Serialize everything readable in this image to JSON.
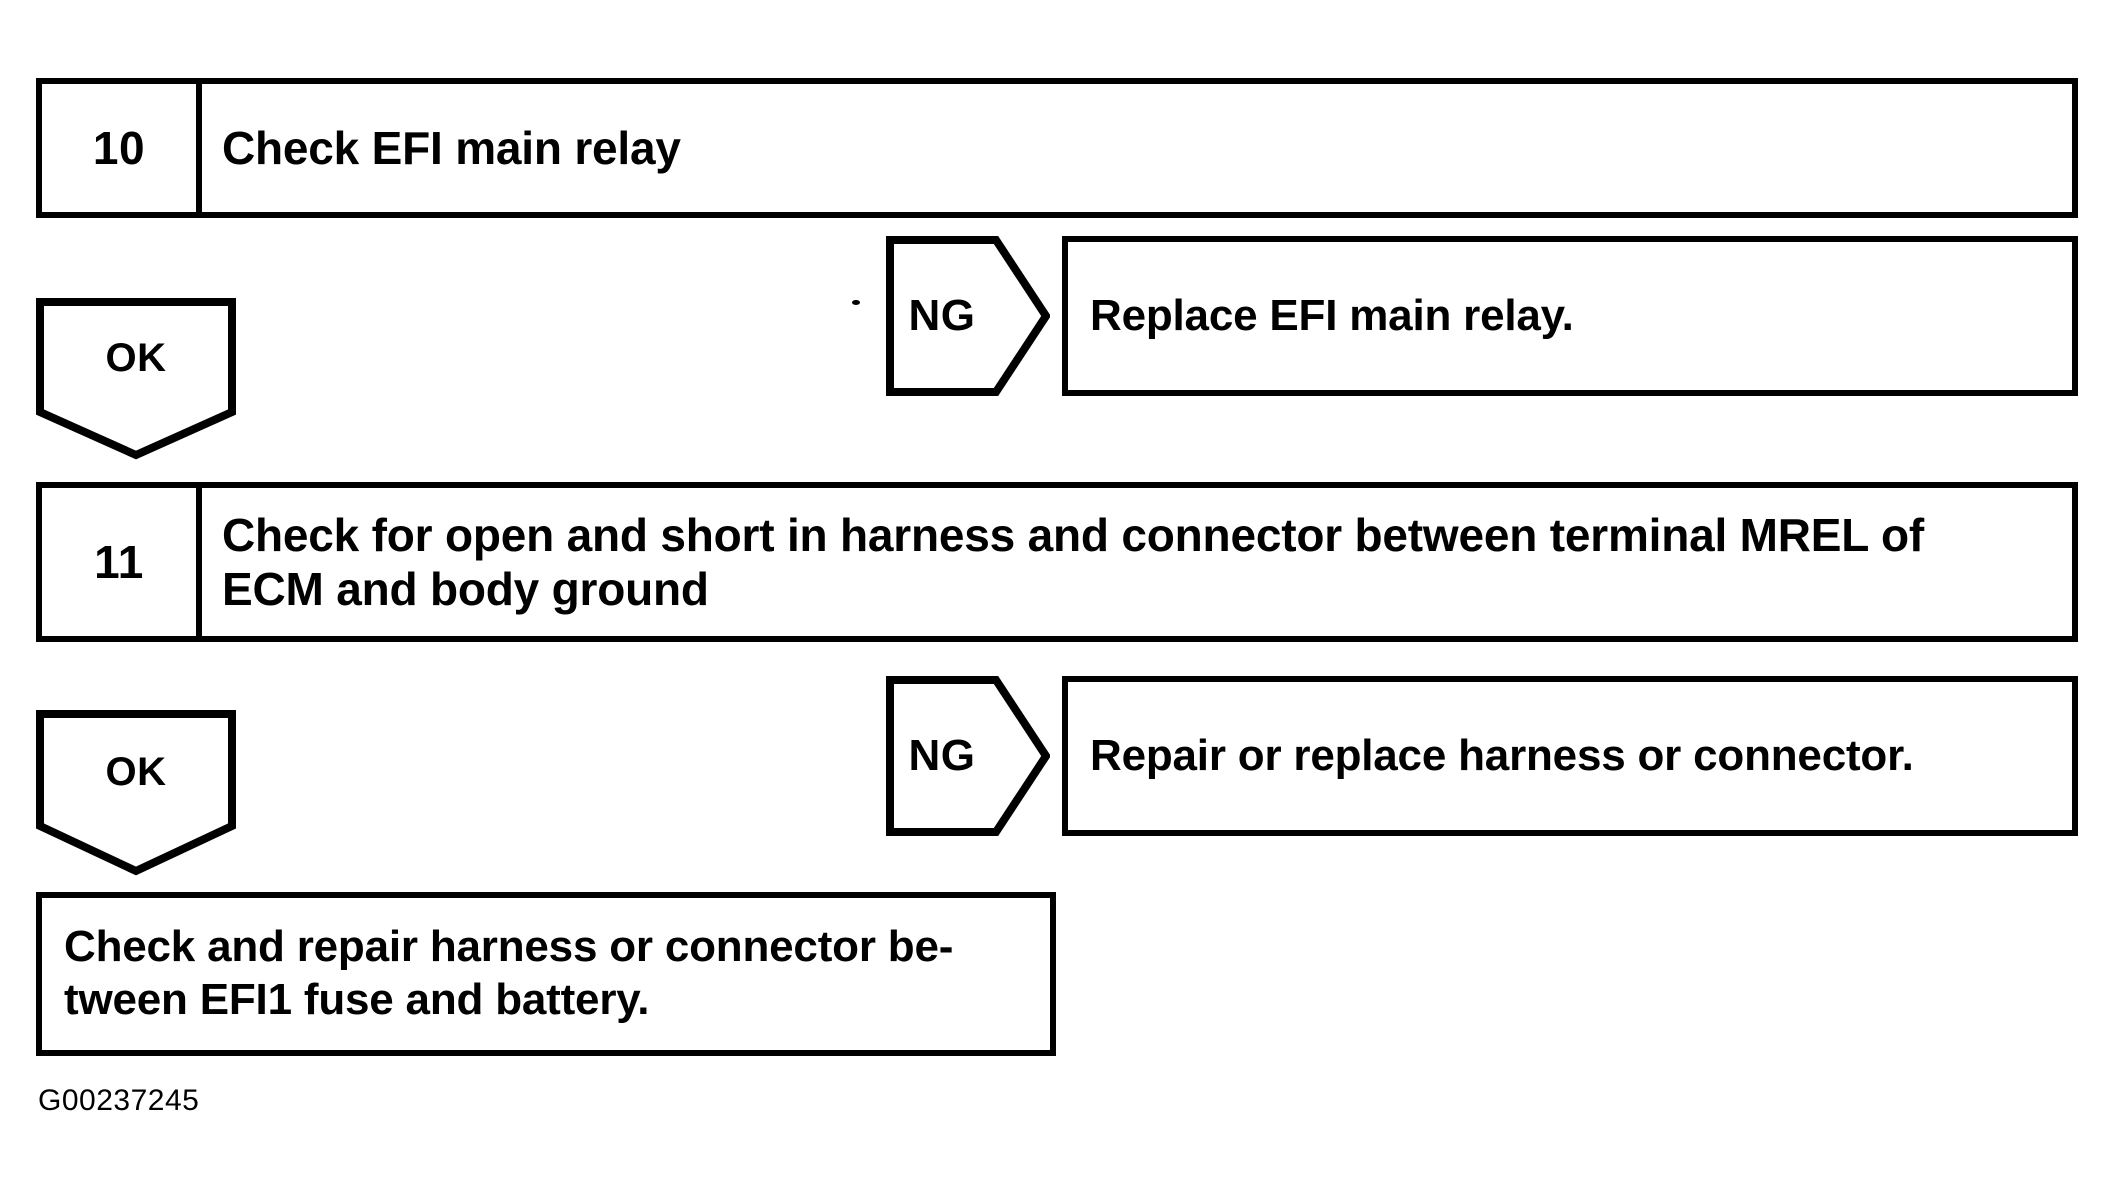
{
  "document": {
    "type": "troubleshooting-flowchart",
    "figure_id": "G00237245",
    "background_color": "#ffffff",
    "line_color": "#000000"
  },
  "steps": [
    {
      "number": "10",
      "text": "Check EFI main relay"
    },
    {
      "number": "11",
      "line1": "Check for open and short in harness and connector between terminal MREL of",
      "line2": "ECM and body ground",
      "text": "Check for open and short in harness and connector between terminal MREL of ECM and body ground"
    }
  ],
  "branches": [
    {
      "ok_label": "OK",
      "ng_label": "NG",
      "ng_result": "Replace EFI main relay."
    },
    {
      "ok_label": "OK",
      "ng_label": "NG",
      "ng_result": "Repair or replace harness or connector."
    }
  ],
  "final_action": {
    "line1": "Check  and  repair  harness  or  connector  be-",
    "line2": "tween EFI1 fuse and battery.",
    "text": "Check and repair harness or connector between EFI1 fuse and battery."
  }
}
